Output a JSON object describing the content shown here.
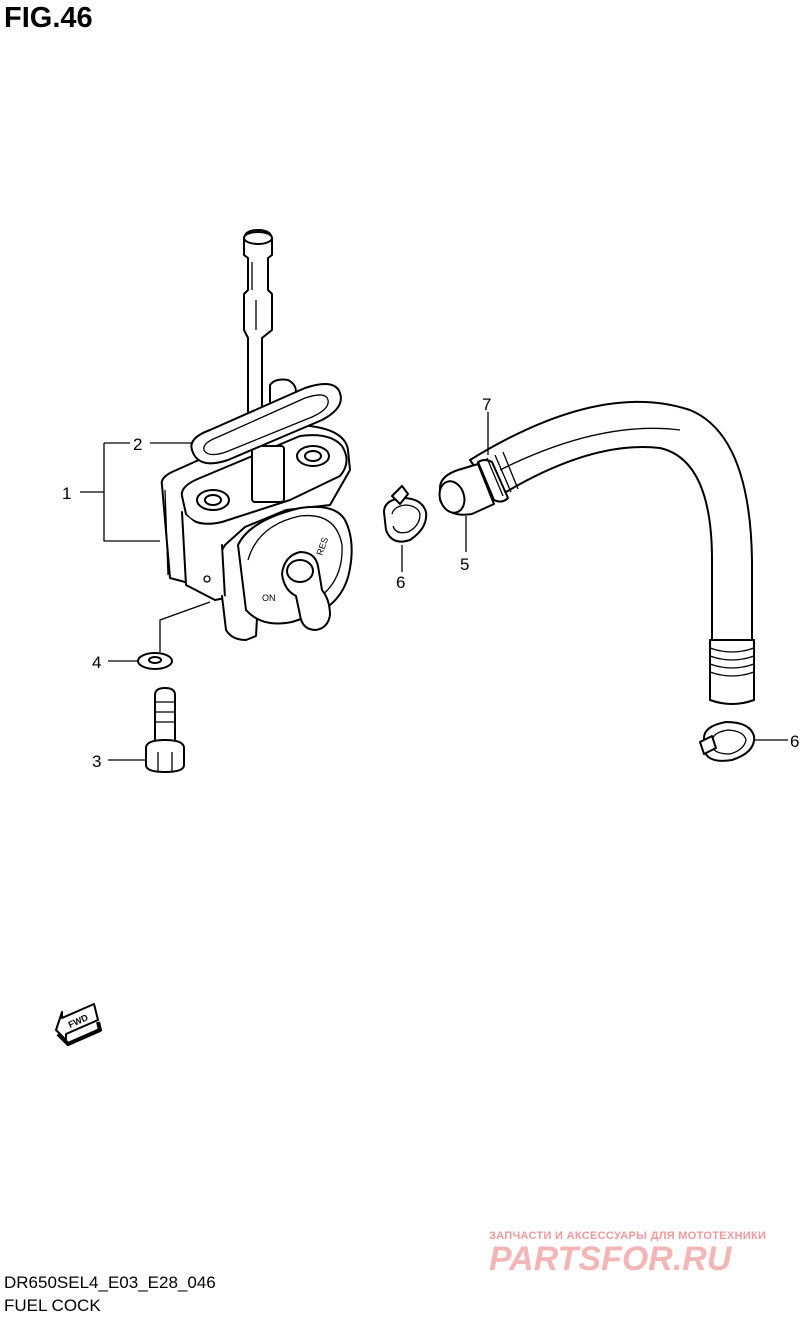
{
  "figure": {
    "number": "FIG.46",
    "name": "FUEL COCK",
    "model_code": "DR650SEL4_E03_E28_046"
  },
  "callouts": [
    {
      "id": "1",
      "label": "1"
    },
    {
      "id": "2",
      "label": "2"
    },
    {
      "id": "3",
      "label": "3"
    },
    {
      "id": "4",
      "label": "4"
    },
    {
      "id": "5",
      "label": "5"
    },
    {
      "id": "6a",
      "label": "6"
    },
    {
      "id": "6b",
      "label": "6"
    },
    {
      "id": "7",
      "label": "7"
    }
  ],
  "markings": {
    "forward_arrow": "FWD",
    "cock_text_res": "RES",
    "cock_text_on": "ON"
  },
  "watermark": {
    "tagline": "ЗАПЧАСТИ И АКСЕССУАРЫ ДЛЯ МОТОТЕХНИКИ",
    "site": "PARTSFOR.RU"
  },
  "colors": {
    "line": "#000000",
    "watermark": "#f3b5b5"
  }
}
